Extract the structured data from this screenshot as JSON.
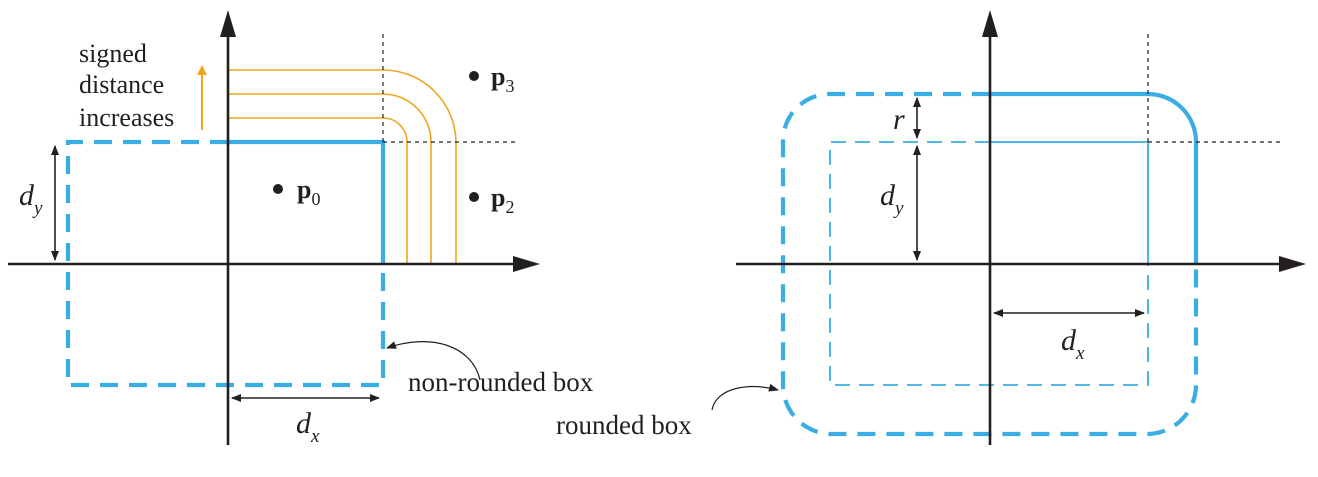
{
  "left_panel": {
    "increase_note": [
      "signed",
      "distance",
      "increases"
    ],
    "points": [
      {
        "name": "p",
        "subscript": "0"
      },
      {
        "name": "p",
        "subscript": "2"
      },
      {
        "name": "p",
        "subscript": "3"
      }
    ],
    "dim_x": {
      "base": "d",
      "subscript": "x"
    },
    "dim_y": {
      "base": "d",
      "subscript": "y"
    },
    "box_label": "non-rounded box"
  },
  "right_panel": {
    "radius_label": "r",
    "dim_x": {
      "base": "d",
      "subscript": "x"
    },
    "dim_y": {
      "base": "d",
      "subscript": "y"
    },
    "box_label": "rounded box"
  },
  "colors": {
    "box": "#3aaee2",
    "isolines": "#f0a51e",
    "ink": "#231f20"
  }
}
